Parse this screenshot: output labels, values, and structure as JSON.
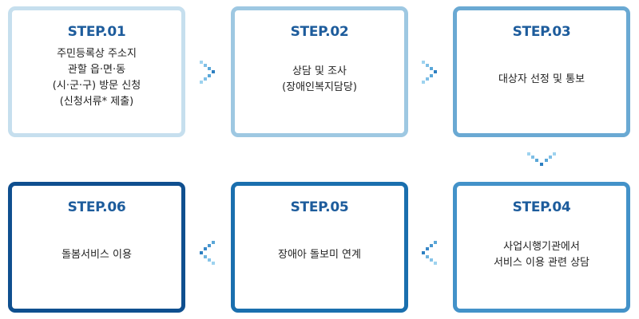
{
  "colors": {
    "step1_border": "#c6dfee",
    "step2_border": "#9ec8e2",
    "step3_border": "#6aa9d3",
    "step4_border": "#4392c9",
    "step5_border": "#1a6fae",
    "step6_border": "#0f4f8f",
    "title": "#1d5c9c",
    "arrow_light": "#9ed3ef",
    "arrow_dark": "#2d7fc1"
  },
  "steps": [
    {
      "title": "STEP.01",
      "desc": "주민등록상 주소지\n관할 읍·면·동\n(시·군·구) 방문 신청\n(신청서류* 제출)"
    },
    {
      "title": "STEP.02",
      "desc": "상담 및 조사\n(장애인복지담당)"
    },
    {
      "title": "STEP.03",
      "desc": "대상자 선정 및 통보"
    },
    {
      "title": "STEP.04",
      "desc": "사업시행기관에서\n서비스 이용 관련 상담"
    },
    {
      "title": "STEP.05",
      "desc": "장애아 돌보미 연계"
    },
    {
      "title": "STEP.06",
      "desc": "돌봄서비스 이용"
    }
  ],
  "icons": {
    "right": "chevron-right-icon",
    "down": "chevron-down-icon",
    "left": "chevron-left-icon"
  }
}
